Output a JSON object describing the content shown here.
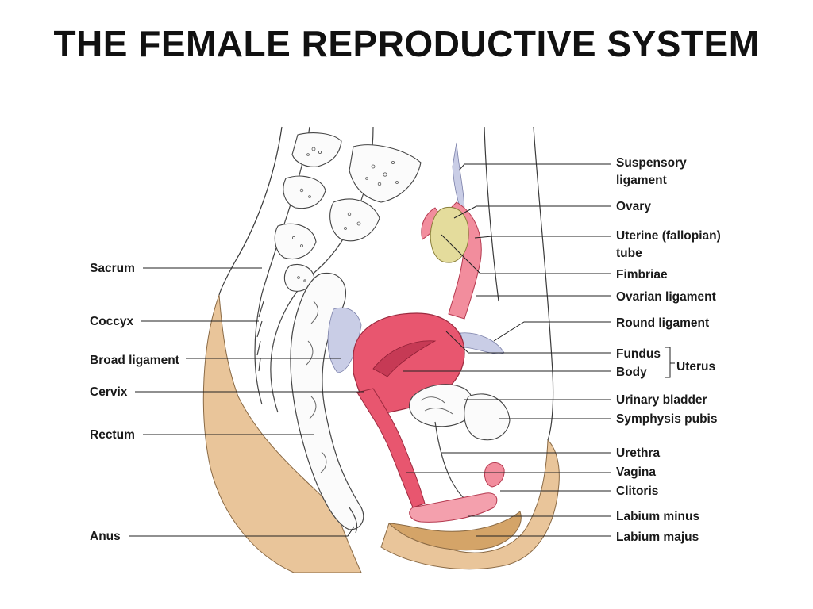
{
  "title": "THE FEMALE REPRODUCTIVE SYSTEM",
  "colors": {
    "skin": "#e9c59a",
    "skin_dark": "#d4a468",
    "uterus": "#e8566f",
    "uterus_light": "#f4a0ad",
    "ovary": "#e4dc9c",
    "ligament": "#c9cde6"
  },
  "labels": {
    "left": {
      "sacrum": "Sacrum",
      "coccyx": "Coccyx",
      "broad_ligament": "Broad ligament",
      "cervix": "Cervix",
      "rectum": "Rectum",
      "anus": "Anus"
    },
    "right": {
      "suspensory_1": "Suspensory",
      "suspensory_2": "ligament",
      "ovary": "Ovary",
      "uterine_tube_1": "Uterine (fallopian)",
      "uterine_tube_2": "tube",
      "fimbriae": "Fimbriae",
      "ovarian_ligament": "Ovarian ligament",
      "round_ligament": "Round ligament",
      "fundus": "Fundus",
      "body": "Body",
      "uterus_group": "Uterus",
      "urinary_bladder": "Urinary bladder",
      "symphysis_pubis": "Symphysis pubis",
      "urethra": "Urethra",
      "vagina": "Vagina",
      "clitoris": "Clitoris",
      "labium_minus": "Labium minus",
      "labium_majus": "Labium majus"
    }
  }
}
